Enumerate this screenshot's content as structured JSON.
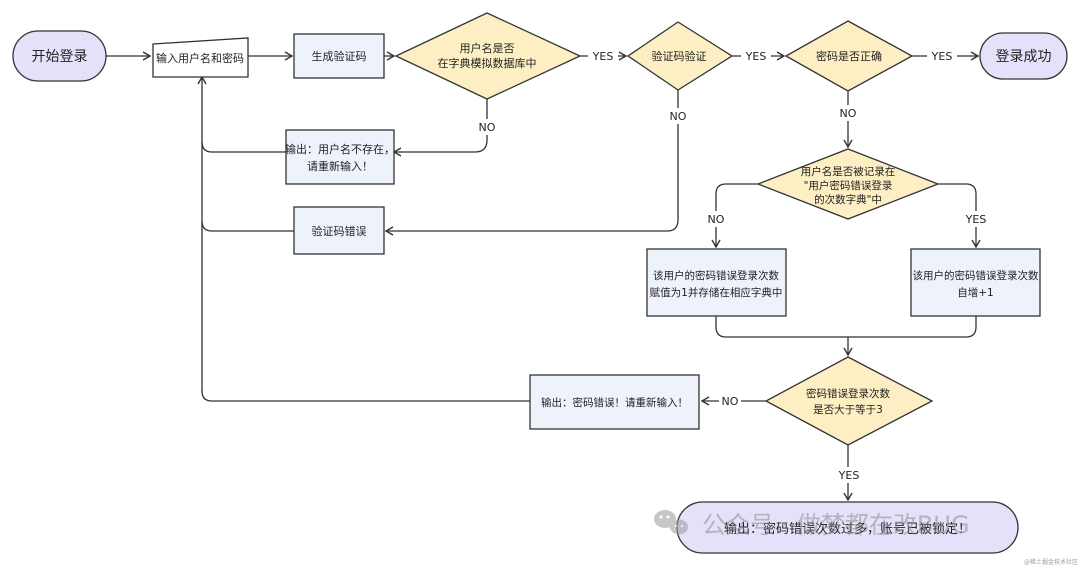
{
  "nodes": {
    "start": "开始登录",
    "input": "输入用户名和密码",
    "gen_code": "生成验证码",
    "check_user_1": "用户名是否",
    "check_user_2": "在字典模拟数据库中",
    "verify_code": "验证码验证",
    "check_pwd": "密码是否正确",
    "success": "登录成功",
    "err_user_1": "输出：用户名不存在，",
    "err_user_2": "请重新输入！",
    "err_code": "验证码错误",
    "recorded_1": "用户名是否被记录在",
    "recorded_2": "\"用户密码错误登录",
    "recorded_3": "的次数字典\"中",
    "set_one_1": "该用户的密码错误登录次数",
    "set_one_2": "赋值为1并存储在相应字典中",
    "incr_1": "该用户的密码错误登录次数",
    "incr_2": "自增+1",
    "count_check_1": "密码错误登录次数",
    "count_check_2": "是否大于等于3",
    "err_pwd": "输出：密码错误！请重新输入！",
    "locked": "输出：密码错误次数过多，账号已被锁定！"
  },
  "edges": {
    "yes": "YES",
    "no": "NO"
  },
  "watermark": {
    "text": "公众号 · 做梦都在改BUG",
    "small": "@稀土掘金技术社区"
  },
  "colors": {
    "start_end_fill": "#e6e0fa",
    "decision_fill": "#fdefc3",
    "process_fill": "#eef2fa",
    "stroke": "#333333",
    "line": "#333333"
  }
}
